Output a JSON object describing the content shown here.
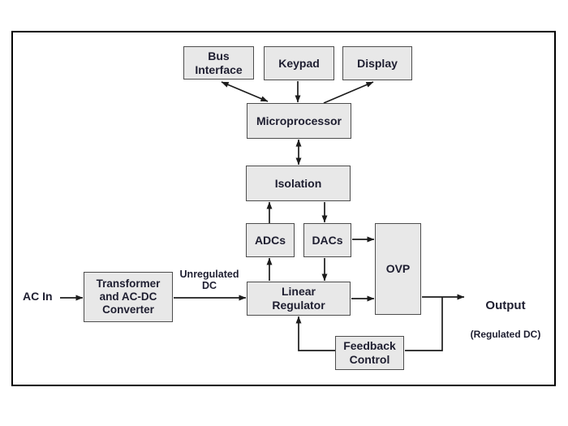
{
  "diagram": {
    "type": "block-diagram",
    "subject": "Programmable power supply architecture",
    "nodes": {
      "bus_interface": {
        "label": "Bus\nInterface"
      },
      "keypad": {
        "label": "Keypad"
      },
      "display": {
        "label": "Display"
      },
      "microprocessor": {
        "label": "Microprocessor"
      },
      "isolation": {
        "label": "Isolation"
      },
      "adcs": {
        "label": "ADCs"
      },
      "dacs": {
        "label": "DACs"
      },
      "ovp": {
        "label": "OVP"
      },
      "linear_regulator": {
        "label": "Linear\nRegulator"
      },
      "transformer": {
        "label": "Transformer\nand AC-DC\nConverter"
      },
      "feedback_control": {
        "label": "Feedback\nControl"
      }
    },
    "labels": {
      "ac_in": "AC In",
      "unregulated_dc": "Unregulated\nDC",
      "output": "Output",
      "output_sub": "(Regulated DC)"
    },
    "edges": [
      {
        "from": "bus_interface",
        "to": "microprocessor",
        "bidirectional": true
      },
      {
        "from": "keypad",
        "to": "microprocessor",
        "bidirectional": false
      },
      {
        "from": "microprocessor",
        "to": "display",
        "bidirectional": false
      },
      {
        "from": "microprocessor",
        "to": "isolation",
        "bidirectional": true
      },
      {
        "from": "adcs",
        "to": "isolation",
        "bidirectional": false
      },
      {
        "from": "isolation",
        "to": "dacs",
        "bidirectional": false
      },
      {
        "from": "linear_regulator",
        "to": "adcs",
        "bidirectional": false
      },
      {
        "from": "dacs",
        "to": "linear_regulator",
        "bidirectional": false
      },
      {
        "from": "dacs",
        "to": "ovp",
        "bidirectional": false
      },
      {
        "from": "linear_regulator",
        "to": "ovp",
        "bidirectional": false
      },
      {
        "from": "ovp",
        "to": "output",
        "bidirectional": false
      },
      {
        "from": "output_line",
        "to": "feedback_control",
        "bidirectional": false
      },
      {
        "from": "feedback_control",
        "to": "linear_regulator",
        "bidirectional": false
      },
      {
        "from": "ac_in",
        "to": "transformer",
        "bidirectional": false
      },
      {
        "from": "transformer",
        "to": "linear_regulator",
        "bidirectional": false,
        "label": "Unregulated DC"
      }
    ],
    "colors": {
      "block_fill": "#e8e8e8",
      "block_border": "#4d4d4d",
      "text": "#1e1e30",
      "line": "#1c1c1c",
      "frame": "#000000",
      "background": "#ffffff"
    }
  }
}
